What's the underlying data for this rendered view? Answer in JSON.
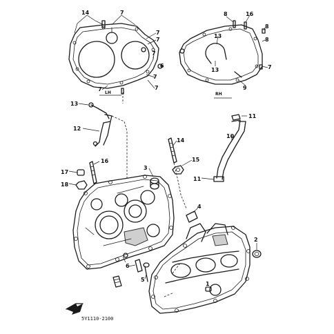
{
  "side_labels": {
    "left": "LH",
    "right": "RH"
  },
  "drawing_code": "5Y1110-2100",
  "callouts": {
    "c1": "1",
    "c2": "2",
    "c3": "3",
    "c4": "4",
    "c5": "5",
    "c6": "6",
    "c7a": "7",
    "c7b": "7",
    "c7c": "7",
    "c7d": "7",
    "c7e": "7",
    "c7f": "7",
    "c7g": "7",
    "c8a": "8",
    "c8b": "8",
    "c8c": "8",
    "c9": "9",
    "c10": "10",
    "c11a": "11",
    "c11b": "11",
    "c12": "12",
    "c13a": "13",
    "c13b": "13",
    "c13c": "13",
    "c14a": "14",
    "c14b": "14",
    "c15": "15",
    "c16a": "16",
    "c16b": "16",
    "c17": "17",
    "c18": "18"
  }
}
